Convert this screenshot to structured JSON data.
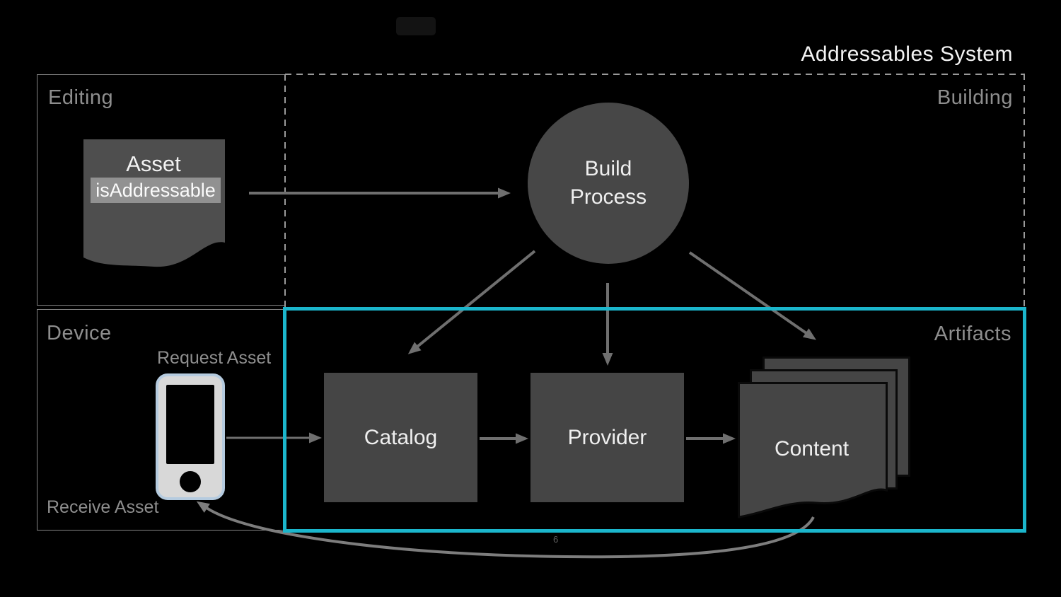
{
  "title": "Addressables System",
  "page_number": "6",
  "sections": {
    "editing": {
      "label": "Editing"
    },
    "building": {
      "label": "Building"
    },
    "device": {
      "label": "Device"
    },
    "artifacts": {
      "label": "Artifacts"
    }
  },
  "nodes": {
    "asset": {
      "title": "Asset",
      "property": "isAddressable"
    },
    "build_process": {
      "label": "Build Process"
    },
    "catalog": {
      "label": "Catalog"
    },
    "provider": {
      "label": "Provider"
    },
    "content": {
      "label": "Content"
    }
  },
  "device_flow": {
    "request_label": "Request Asset",
    "receive_label": "Receive Asset"
  },
  "colors": {
    "background": "#000000",
    "node_fill": "#454545",
    "accent_cyan": "#1bb6cc",
    "label_gray": "#8e8e8e",
    "arrow_gray": "#6f6f6f",
    "text_light": "#f2f2f2",
    "highlight_bg": "#919191"
  }
}
